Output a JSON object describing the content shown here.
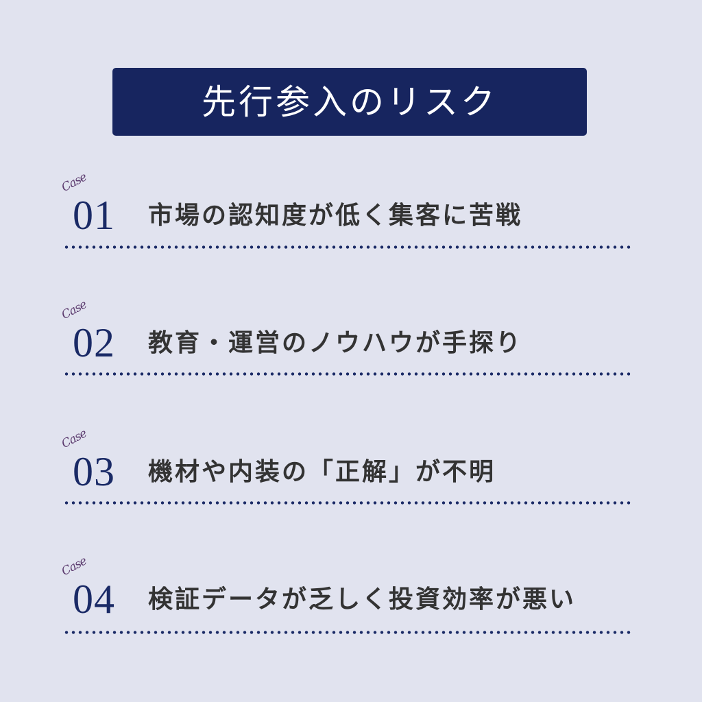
{
  "header": {
    "title": "先行参入のリスク"
  },
  "colors": {
    "background": "#e1e3ef",
    "title_box": "#17255f",
    "title_text": "#ffffff",
    "number": "#1a2a66",
    "case_script": "#5b3a6e",
    "body_text": "#333333",
    "dots": "#1a2a66"
  },
  "cases": [
    {
      "label": "Case",
      "number": "01",
      "text": "市場の認知度が低く集客に苦戦"
    },
    {
      "label": "Case",
      "number": "02",
      "text": "教育・運営のノウハウが手探り"
    },
    {
      "label": "Case",
      "number": "03",
      "text": "機材や内装の「正解」が不明"
    },
    {
      "label": "Case",
      "number": "04",
      "text": "検証データが乏しく投資効率が悪い"
    }
  ]
}
